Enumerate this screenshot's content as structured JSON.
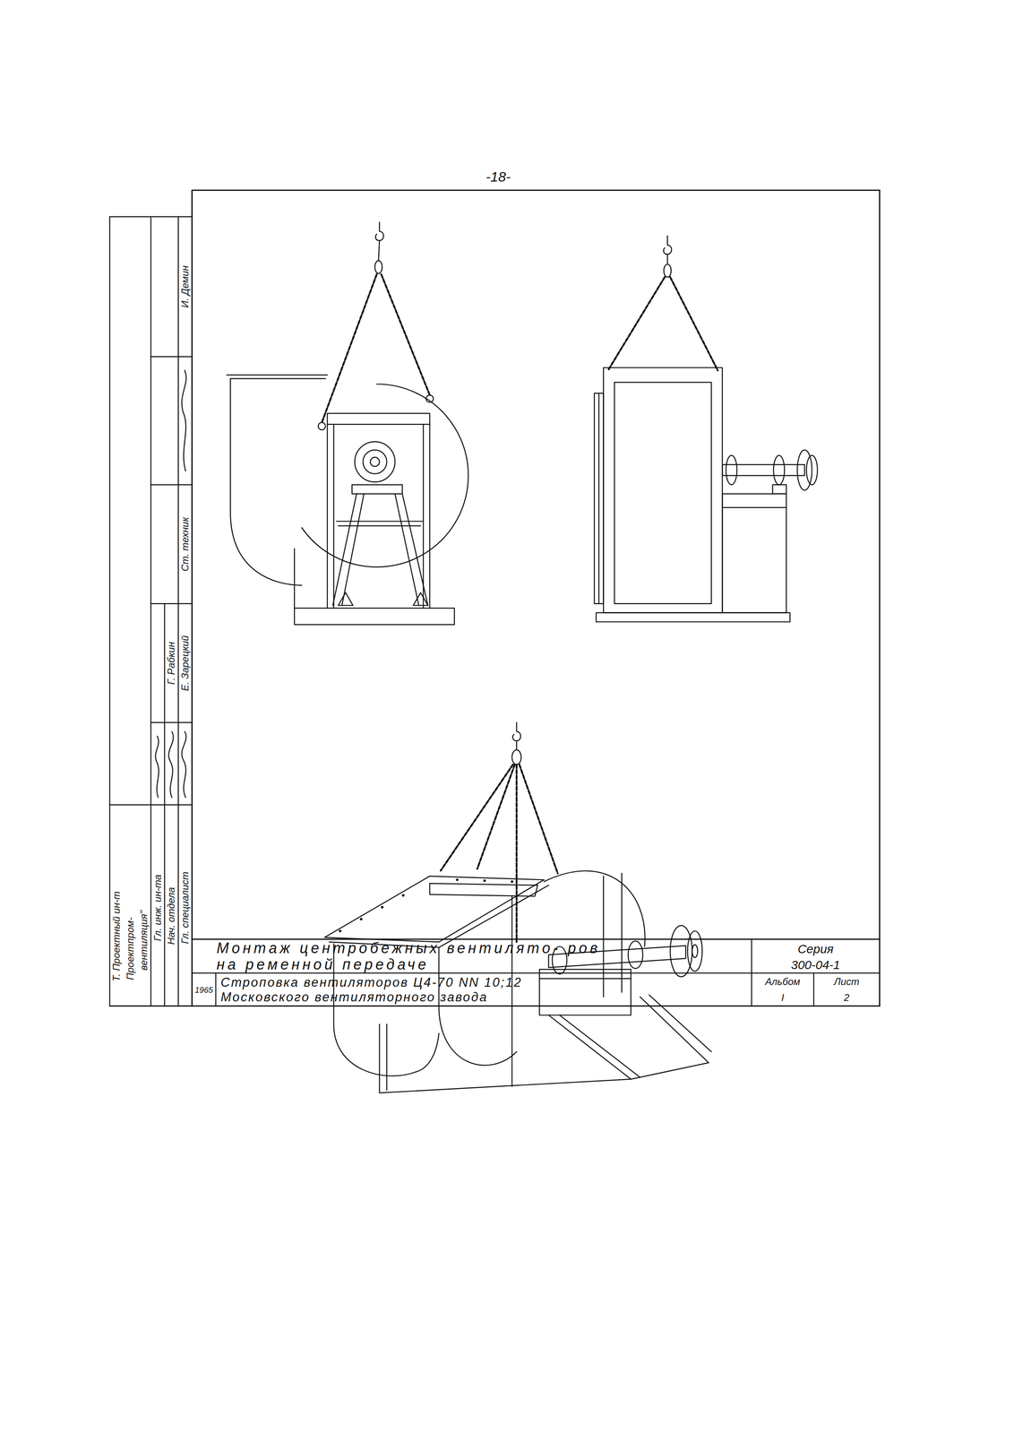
{
  "diagram": {
    "labels": [
      "-18-",
      "Монтаж центробежных вентилято- ров на ременной передаче",
      "Серия",
      "300-04-1",
      "1965",
      "Строповка вентиляторов Ц4-70 NN 10;12 Московского вентиляторного завода",
      "Альбом",
      "I",
      "Лист",
      "2",
      "Т. Проектный ин-т",
      "Проектпром-",
      "вентиляция\"",
      "Гл. инж. ин-та",
      "Нач. отдела",
      "Гл. специалист",
      "Г. Рабкин",
      "Е. Зарецкий",
      "Ст. техник",
      "И. Демин"
    ]
  }
}
